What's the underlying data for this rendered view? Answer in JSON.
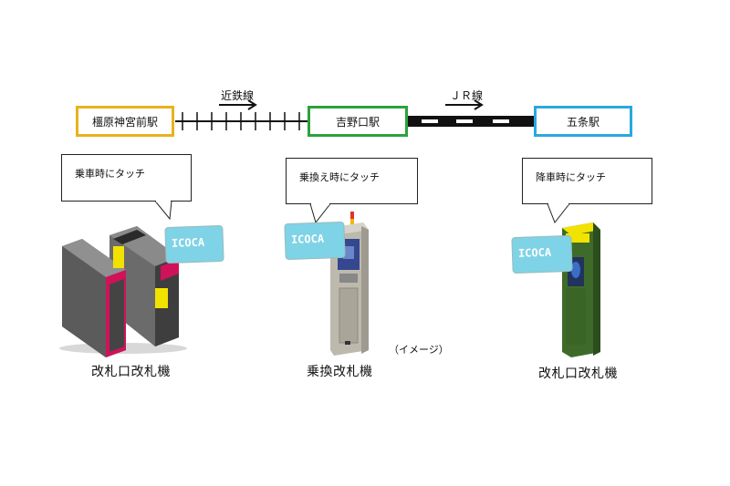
{
  "stations": [
    {
      "label": "橿原神宮前駅",
      "color": "#e8b21c"
    },
    {
      "label": "吉野口駅",
      "color": "#2aa33b"
    },
    {
      "label": "五条駅",
      "color": "#2ba8de"
    }
  ],
  "lines": [
    {
      "label": "近鉄線"
    },
    {
      "label": "ＪＲ線"
    }
  ],
  "bubbles": [
    {
      "text": "乗車時にタッチ"
    },
    {
      "text": "乗換え時にタッチ"
    },
    {
      "text": "降車時にタッチ"
    }
  ],
  "card": {
    "text": "ICOCA"
  },
  "captions": [
    {
      "text": "改札口改札機"
    },
    {
      "text": "乗換改札機"
    },
    {
      "text": "改札口改札機"
    }
  ],
  "note": "（イメージ）",
  "colors": {
    "card": "#7fd3e6",
    "gate_magenta": "#d0125a",
    "gate_yellow": "#f2e200",
    "reader_green": "#3f6b2a"
  }
}
